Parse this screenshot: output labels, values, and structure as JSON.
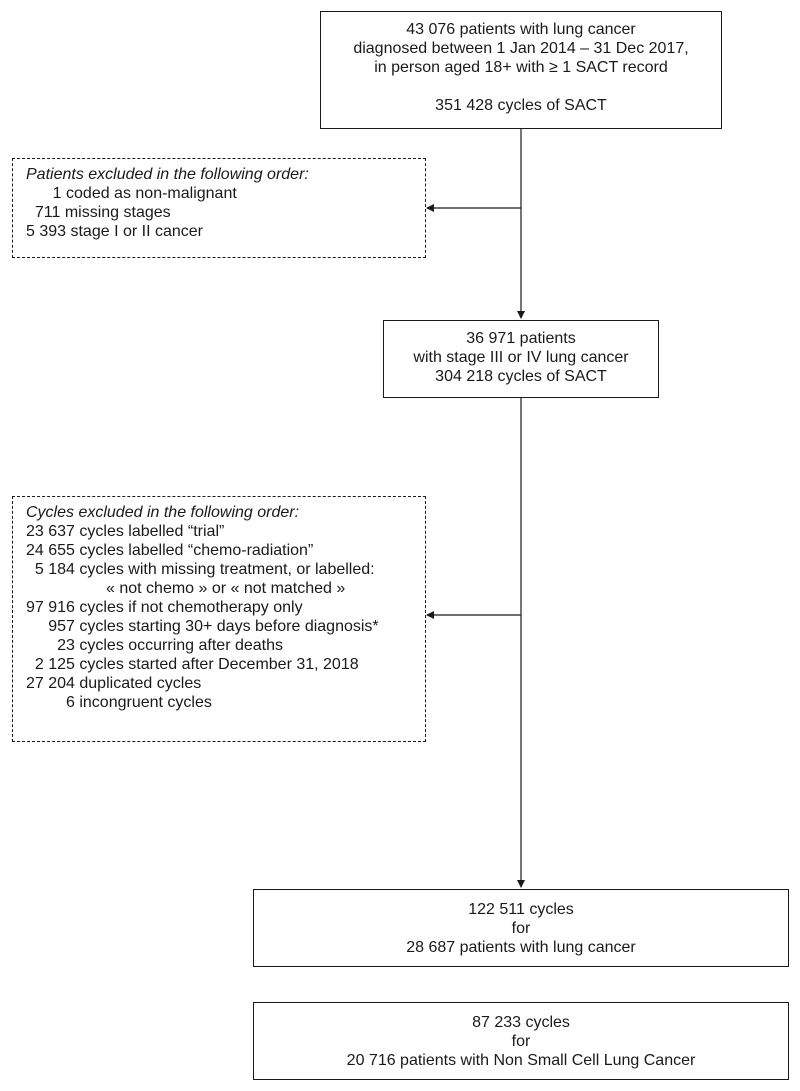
{
  "box_initial": {
    "lines": [
      "43 076 patients with lung cancer",
      "diagnosed between 1 Jan 2014 – 31 Dec 2017,",
      "in person aged 18+ with ≥ 1 SACT record",
      "351 428 cycles of SACT"
    ]
  },
  "box_patients_excluded": {
    "header": "Patients excluded in the following order:",
    "lines": [
      "      1 coded as non-malignant",
      "  711 missing stages",
      "5 393 stage I or II cancer"
    ]
  },
  "box_stage": {
    "lines": [
      "36 971 patients",
      "with stage III or IV lung cancer",
      "304 218 cycles of SACT"
    ]
  },
  "box_cycles_excluded": {
    "header": "Cycles excluded in the following order:",
    "lines": [
      "23 637 cycles labelled “trial”",
      "24 655 cycles labelled “chemo-radiation”",
      "  5 184 cycles with missing treatment, or labelled:",
      "                  « not chemo » or « not matched »",
      "97 916 cycles if not chemotherapy only",
      "     957 cycles starting 30+ days before diagnosis*",
      "       23 cycles occurring after deaths",
      "  2 125 cycles started after December 31, 2018",
      "27 204 duplicated cycles",
      "         6 incongruent cycles"
    ]
  },
  "box_lung": {
    "lines": [
      "122 511 cycles",
      "for",
      "28 687 patients with lung cancer"
    ]
  },
  "box_nsclc": {
    "lines": [
      "87 233 cycles",
      "for",
      "20 716 patients with Non Small Cell Lung Cancer"
    ]
  }
}
